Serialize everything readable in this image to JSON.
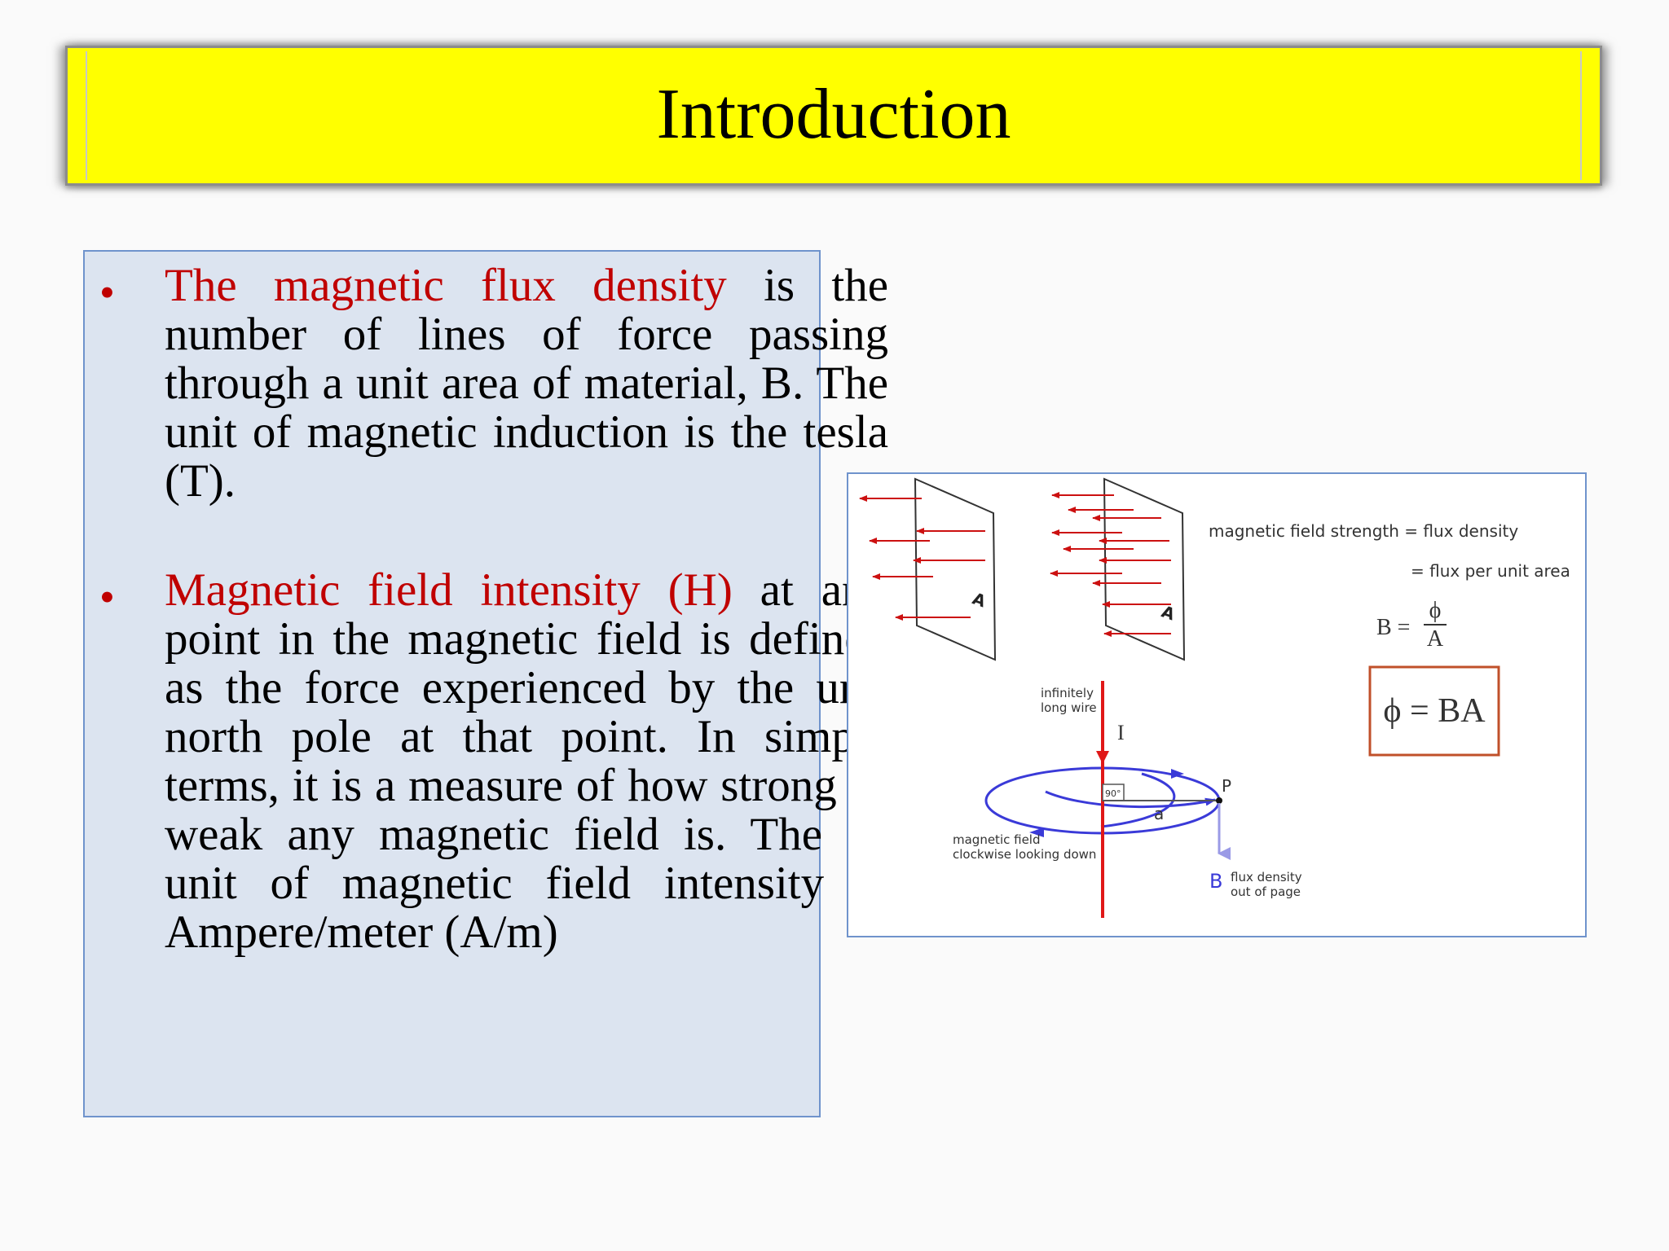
{
  "title": "Introduction",
  "bullets": [
    {
      "highlight": "The magnetic flux density",
      "text": " is the number of lines of force passing through a unit area of material, B. The unit of magnetic induction is the tesla (T)."
    },
    {
      "highlight": "Magnetic field intensity (H)",
      "text": " at any point in the magnetic field is defined as the force experienced by the unit north pole at that point. In simple terms, it is a measure of how strong or weak any magnetic field is. The SI unit of magnetic field intensity is Ampere/meter (A/m)"
    }
  ],
  "bullet_symbol": "•",
  "diagram": {
    "plane_label_1": "A",
    "plane_label_2": "A",
    "strength_line1": "magnetic field strength = flux density",
    "strength_line2": "= flux per unit area",
    "formula_lhs": "B =",
    "formula_num": "ϕ",
    "formula_den": "A",
    "boxed_formula": "ϕ = BA",
    "wire_label_1": "infinitely",
    "wire_label_2": "long wire",
    "current_label": "I",
    "angle_label": "90°",
    "radius_label": "a",
    "point_label": "P",
    "field_label_1": "magnetic field",
    "field_label_2": "clockwise looking down",
    "b_label": "B",
    "b_desc_1": "flux density",
    "b_desc_2": "out of page"
  },
  "colors": {
    "title_bg": "#ffff00",
    "highlight": "#c00000",
    "text_box_bg": "#dce4f0",
    "border": "#6f93cc",
    "arrow_red": "#cc1010",
    "field_blue": "#3a3ad8",
    "box_orange": "#c0502a"
  }
}
